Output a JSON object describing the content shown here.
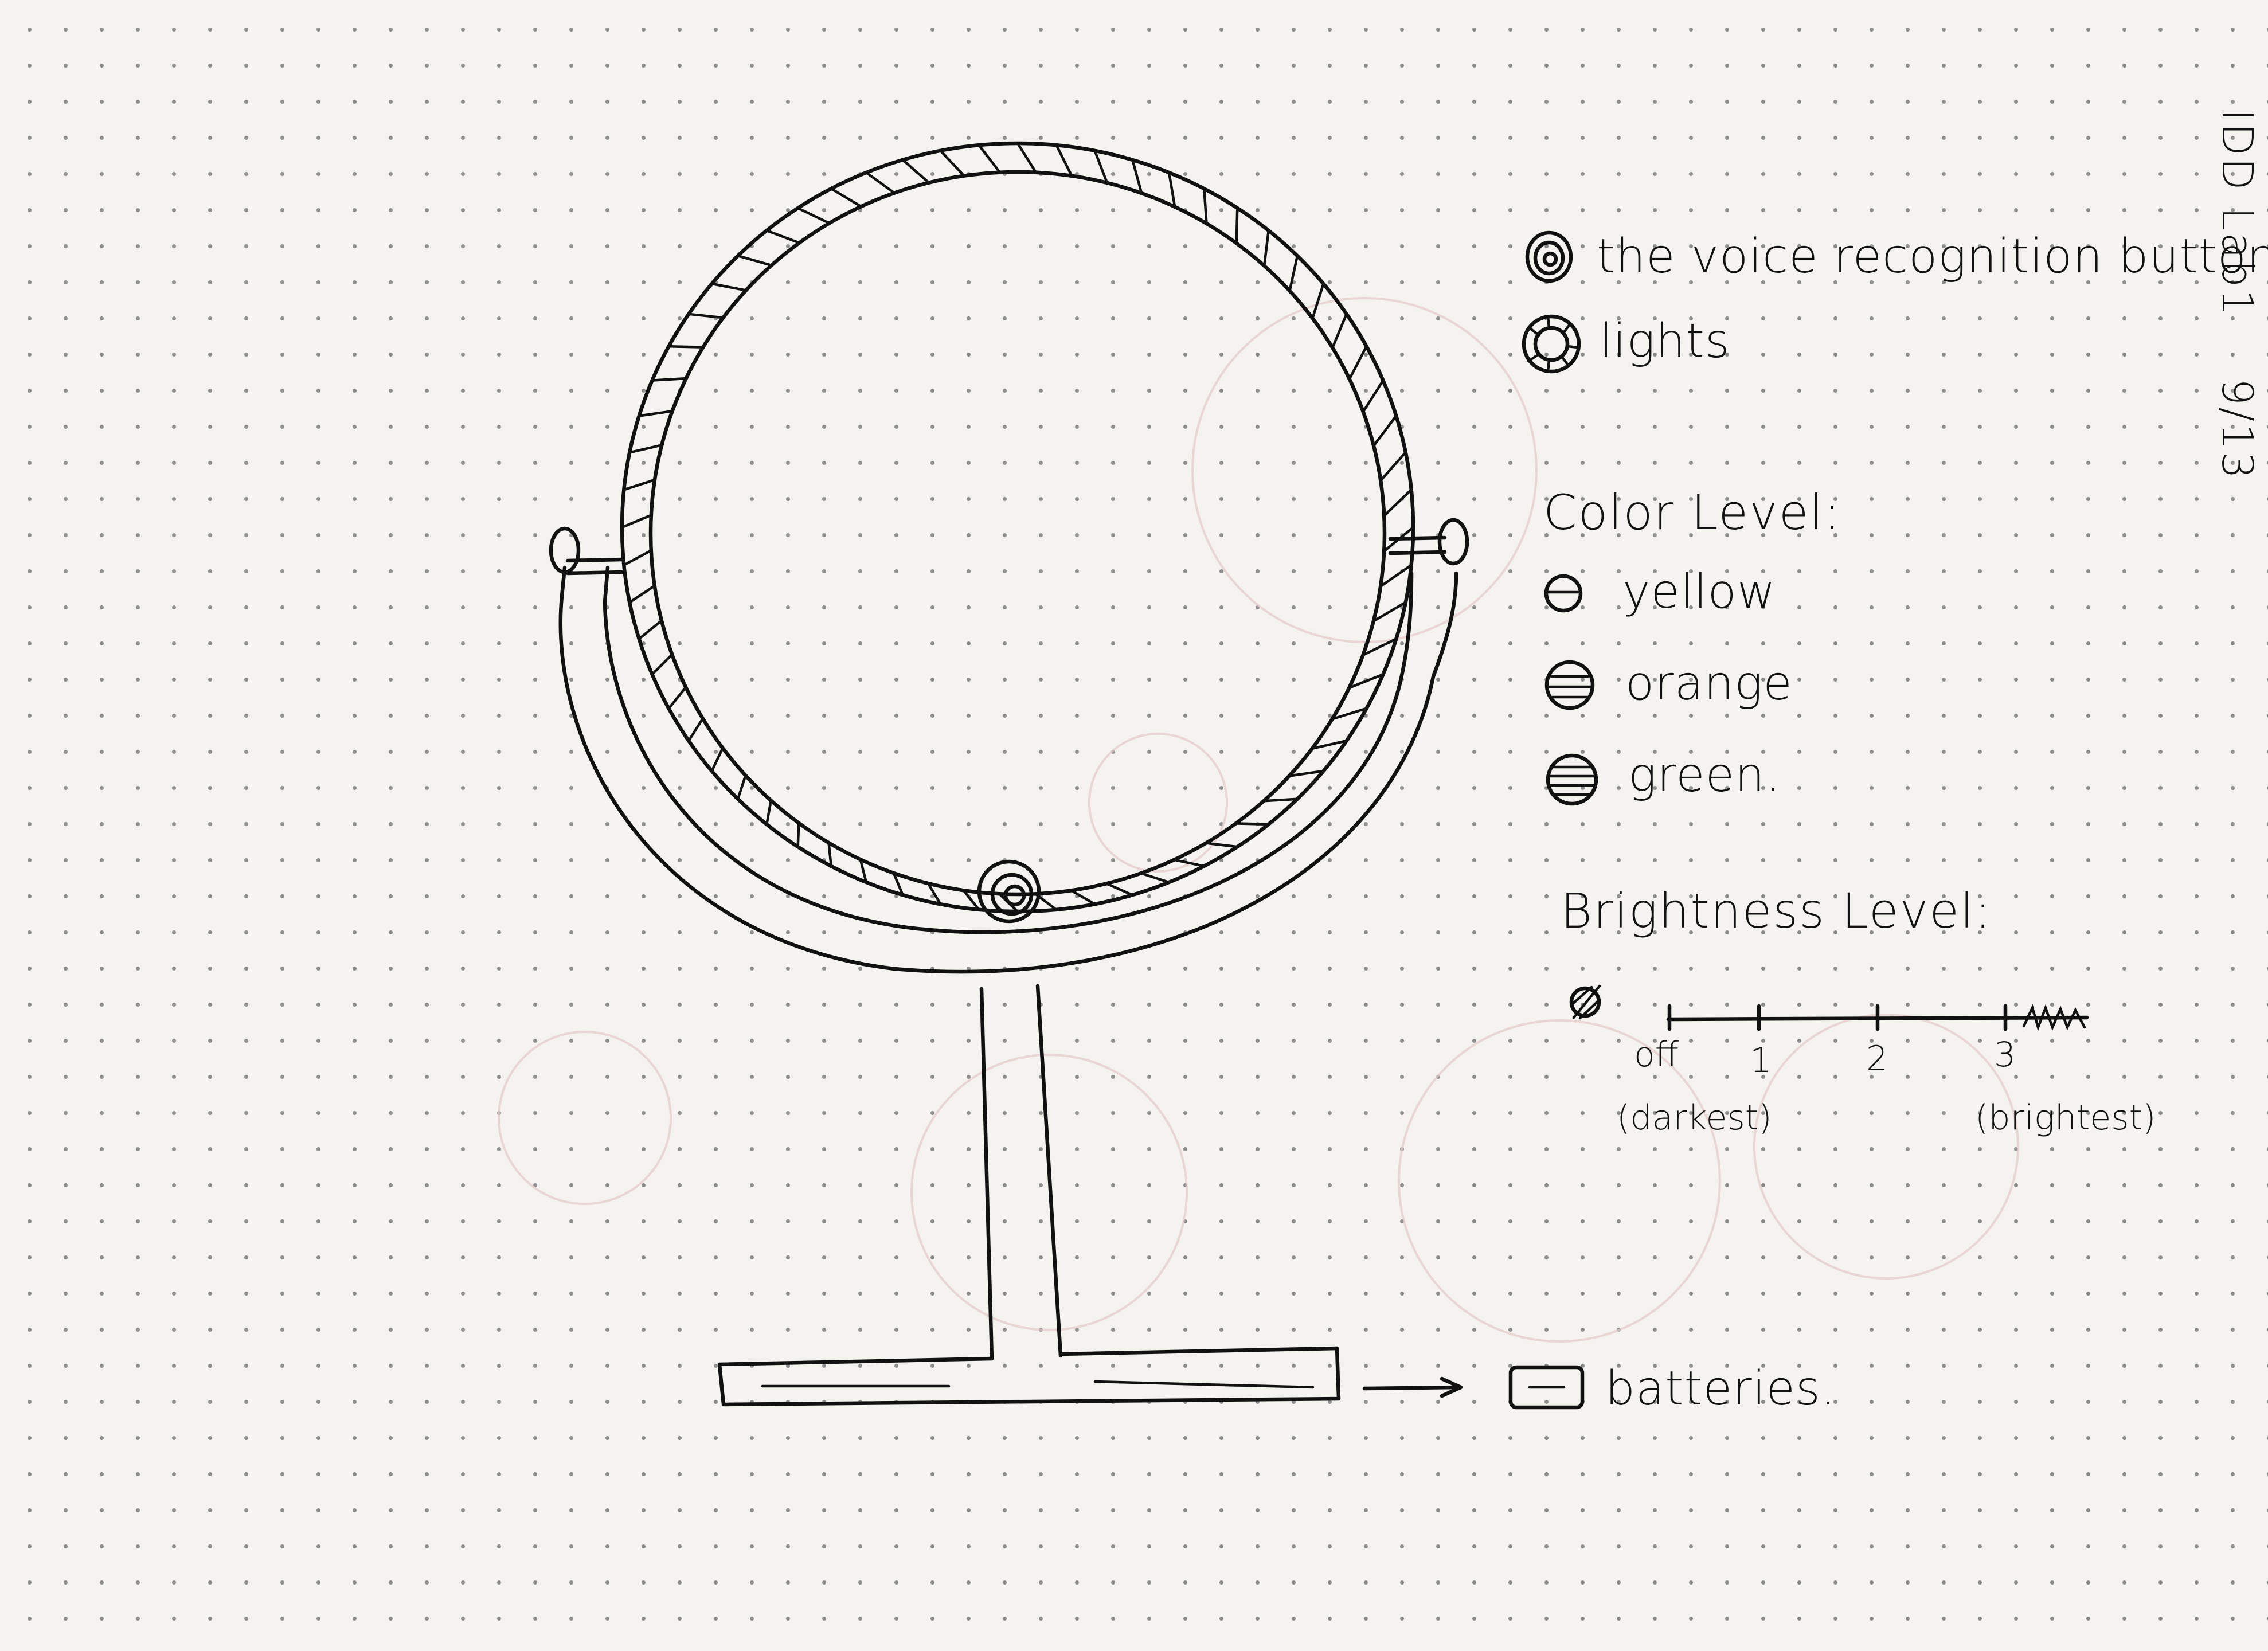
{
  "header": {
    "title": "IDD Lab1",
    "date": "9/13"
  },
  "legend": {
    "button_label": "the voice recognition button.",
    "lights_label": "lights",
    "button_icon": "spiral-icon",
    "lights_icon": "hatched-ring-icon"
  },
  "color_level": {
    "heading": "Color Level:",
    "items": [
      {
        "label": "yellow",
        "icon": "one-stripe-circle-icon"
      },
      {
        "label": "orange",
        "icon": "two-stripe-circle-icon"
      },
      {
        "label": "green.",
        "icon": "three-stripe-circle-icon"
      }
    ]
  },
  "brightness_level": {
    "heading": "Brightness Level:",
    "ticks": [
      "off",
      "1",
      "2",
      "3"
    ],
    "min_caption": "(darkest)",
    "max_caption": "(brightest)"
  },
  "battery": {
    "label": "batteries."
  }
}
